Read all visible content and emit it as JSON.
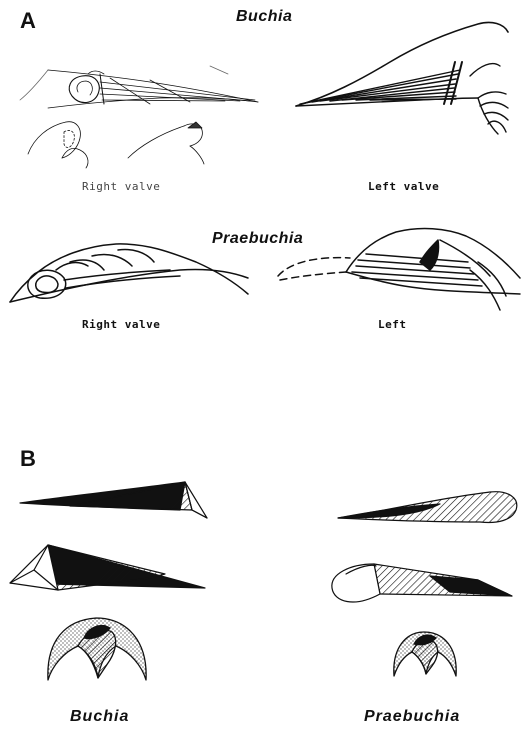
{
  "panel_a": {
    "letter": "A",
    "buchia_title": "Buchia",
    "buchia_right_caption": "Right valve",
    "buchia_left_caption": "Left valve",
    "praebuchia_title": "Praebuchia",
    "praebuchia_right_caption": "Right valve",
    "praebuchia_left_caption": "Left"
  },
  "panel_b": {
    "letter": "B",
    "buchia_label": "Buchia",
    "praebuchia_label": "Praebuchia"
  }
}
